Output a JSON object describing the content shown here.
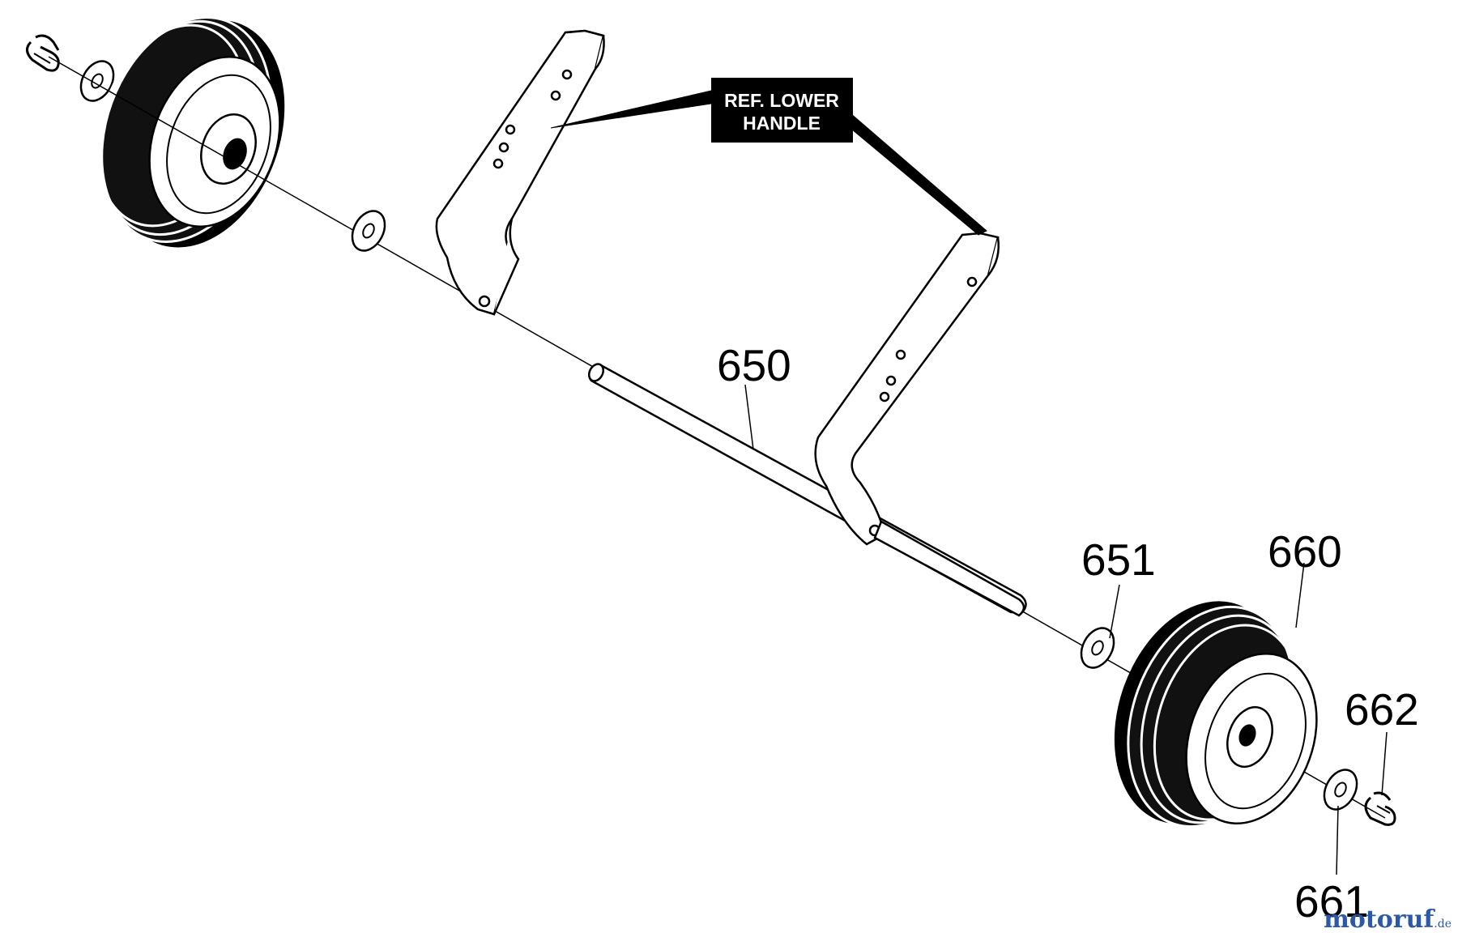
{
  "callout": {
    "line1": "REF. LOWER",
    "line2": "HANDLE"
  },
  "parts": [
    {
      "id": "650"
    },
    {
      "id": "651"
    },
    {
      "id": "660"
    },
    {
      "id": "662"
    },
    {
      "id": "661"
    }
  ],
  "watermark": {
    "name": "motoruf",
    "suffix": ".de"
  },
  "colors": {
    "line": "#000000",
    "background": "#ffffff",
    "callout_bg": "#000000",
    "callout_text": "#ffffff",
    "watermark_blue": "#2b59a8"
  }
}
